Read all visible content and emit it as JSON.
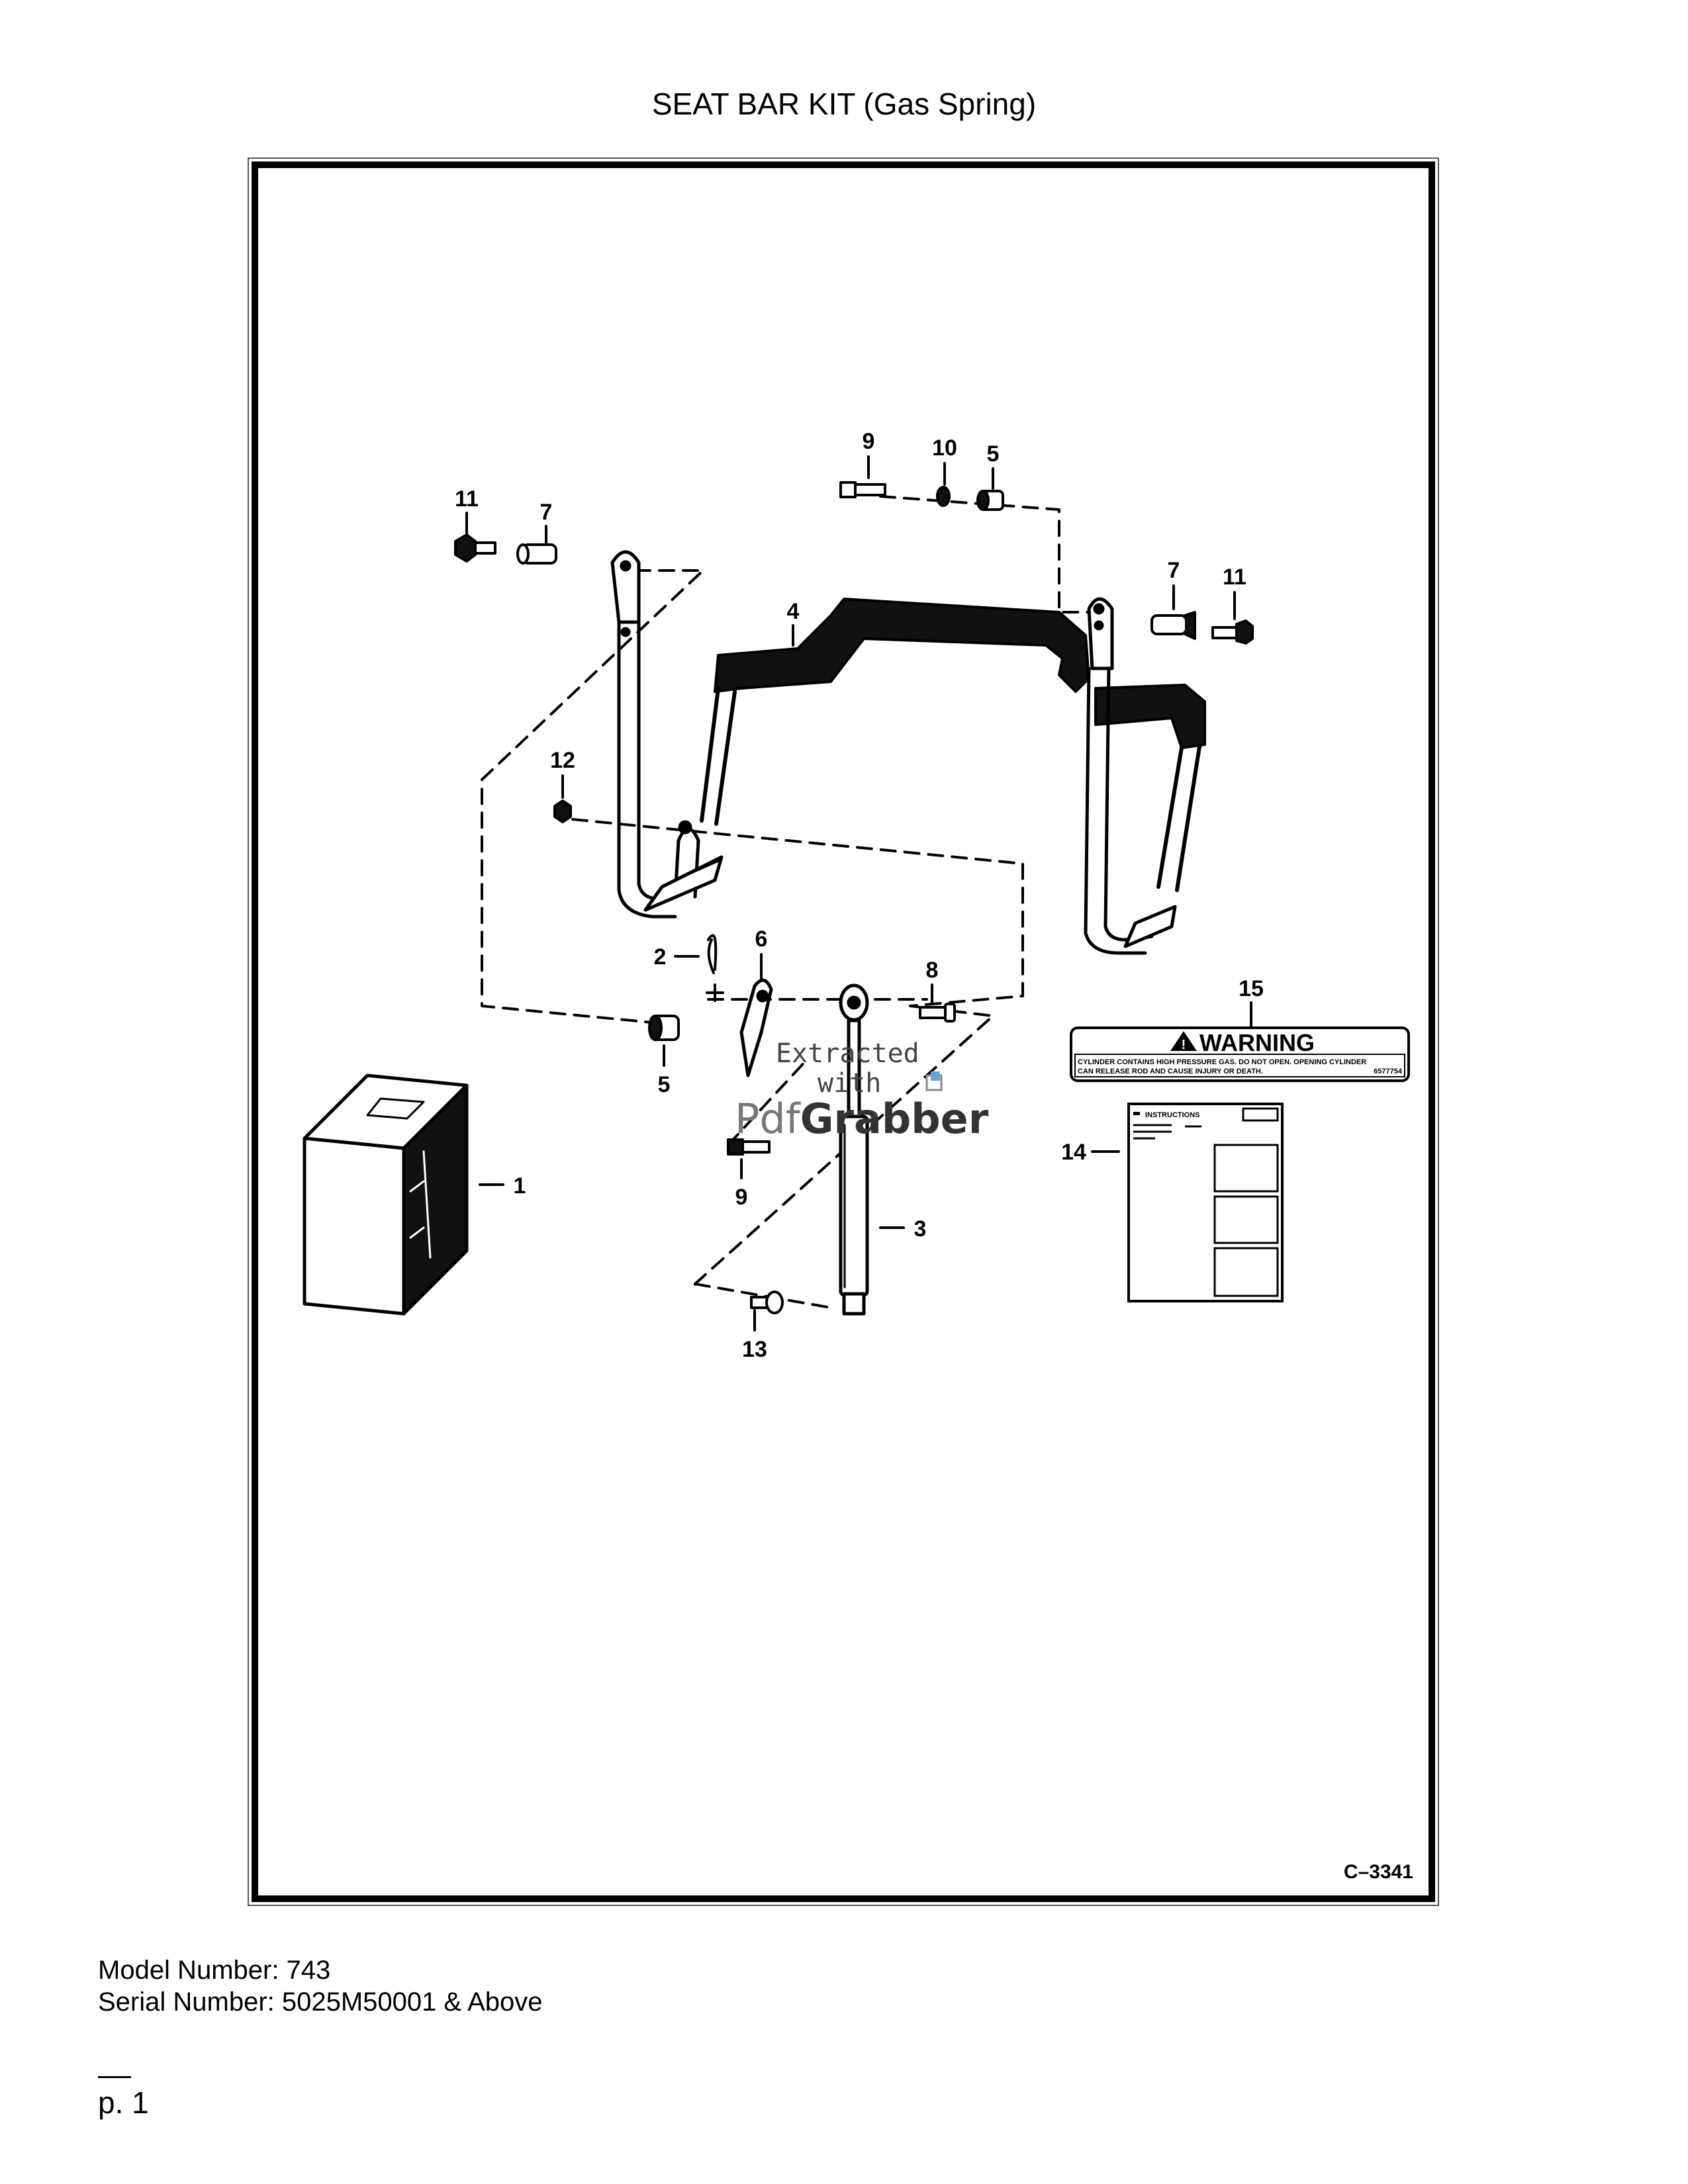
{
  "page": {
    "title": "SEAT BAR KIT (Gas Spring)",
    "model_number": "Model Number: 743",
    "serial_number": "Serial Number: 5025M50001 & Above",
    "page_number": "p. 1"
  },
  "diagram": {
    "drawing_code": "C–3341",
    "callouts": {
      "c1": "1",
      "c2": "2",
      "c3": "3",
      "c4": "4",
      "c5a": "5",
      "c5b": "5",
      "c6": "6",
      "c7a": "7",
      "c7b": "7",
      "c8": "8",
      "c9a": "9",
      "c9b": "9",
      "c10": "10",
      "c11a": "11",
      "c11b": "11",
      "c12": "12",
      "c13": "13",
      "c14": "14",
      "c15": "15"
    },
    "warning_decal": {
      "heading": "WARNING",
      "line1": "CYLINDER CONTAINS HIGH PRESSURE GAS. DO NOT OPEN. OPENING CYLINDER",
      "line2": "CAN RELEASE ROD AND CAUSE INJURY OR DEATH.",
      "part_no": "6577754"
    },
    "instruction_sheet": {
      "heading": "INSTRUCTIONS"
    },
    "watermark": {
      "line1": "Extracted",
      "line2": "with",
      "brand_a": "Pdf",
      "brand_b": "Grabber"
    }
  }
}
